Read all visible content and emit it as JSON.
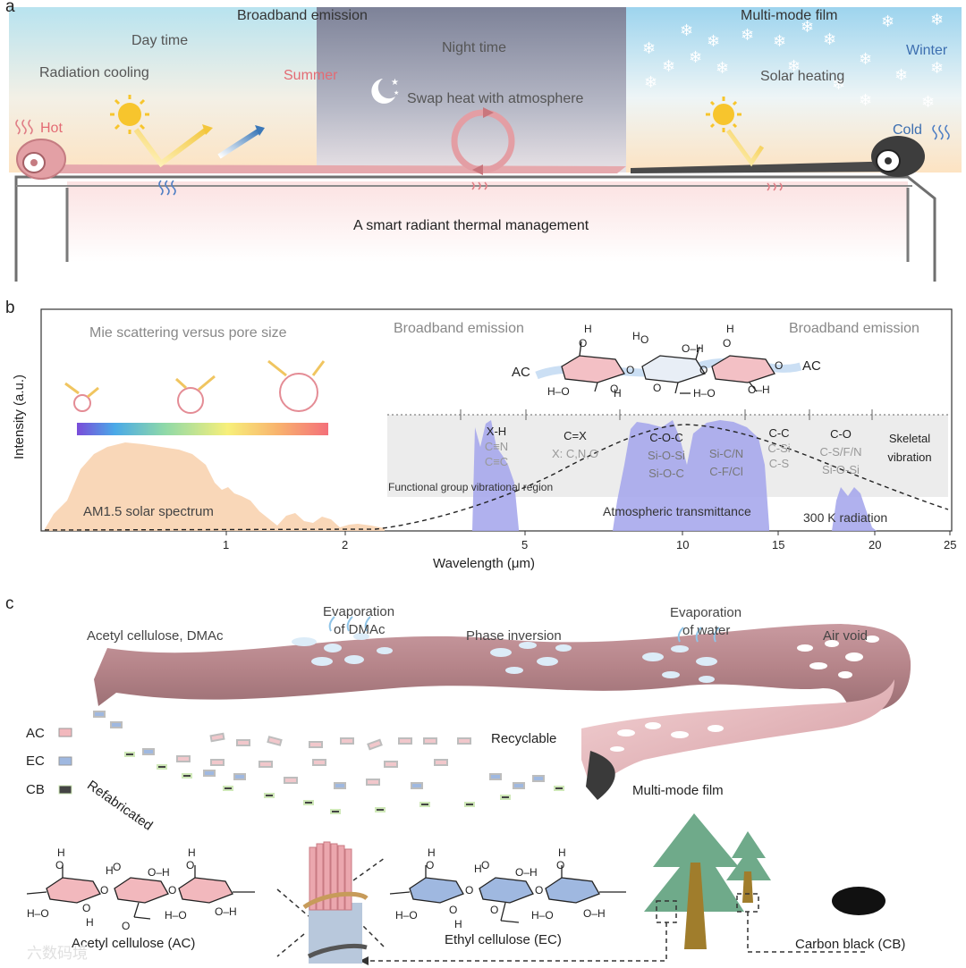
{
  "panel_a": {
    "letter": "a",
    "broadband_emission": "Broadband emission",
    "day_time": "Day time",
    "radiation_cooling": "Radiation cooling",
    "summer": "Summer",
    "hot": "Hot",
    "night_time": "Night time",
    "swap_heat": "Swap heat with atmosphere",
    "multi_mode_film": "Multi-mode film",
    "winter": "Winter",
    "solar_heating": "Solar heating",
    "cold": "Cold",
    "bottom_caption": "A smart radiant thermal management"
  },
  "panel_b": {
    "letter": "b",
    "ylabel": "Intensity (a.u.)",
    "xlabel": "Wavelength (μm)",
    "xticks": [
      "1",
      "2",
      "5",
      "10",
      "15",
      "20",
      "25"
    ],
    "mie_title": "Mie scattering versus pore size",
    "broadband_left": "Broadband emission",
    "broadband_right": "Broadband emission",
    "ac_left": "AC",
    "ac_right": "AC",
    "am15": "AM1.5 solar spectrum",
    "functional_region": "Functional group vibrational region",
    "atm_transmittance": "Atmospheric transmittance",
    "radiation_300k": "300 K radiation",
    "groups": [
      {
        "head": "X-H",
        "sub": [
          "C≡N",
          "C≡C"
        ]
      },
      {
        "head": "C=X",
        "sub": [
          "X: C,N,O"
        ]
      },
      {
        "head": "C-O-C",
        "sub": [
          "Si-O-Si",
          "Si-O-C"
        ]
      },
      {
        "head": "",
        "sub": [
          "Si-C/N",
          "C-F/Cl"
        ]
      },
      {
        "head": "C-C",
        "sub": [
          "C-Si",
          "C-S"
        ]
      },
      {
        "head": "C-O",
        "sub": [
          "C-S/F/N",
          "Si-O-Si"
        ]
      },
      {
        "head": "Skeletal",
        "sub": [
          "vibration"
        ]
      }
    ]
  },
  "panel_c": {
    "letter": "c",
    "steps": [
      "Acetyl cellulose, DMAc",
      "Evaporation",
      "of DMAc",
      "Phase inversion",
      "Evaporation",
      "of water",
      "Air void"
    ],
    "legend": [
      {
        "label": "AC",
        "color": "#f2b8bd"
      },
      {
        "label": "EC",
        "color": "#9fb8e0"
      },
      {
        "label": "CB",
        "color": "#444444"
      }
    ],
    "recyclable": "Recyclable",
    "refabricated": "Refabricated",
    "multi_mode_film": "Multi-mode film",
    "ac_name": "Acetyl cellulose (AC)",
    "ec_name": "Ethyl cellulose (EC)",
    "cb_name": "Carbon black (CB)"
  },
  "watermark": "六数码境"
}
